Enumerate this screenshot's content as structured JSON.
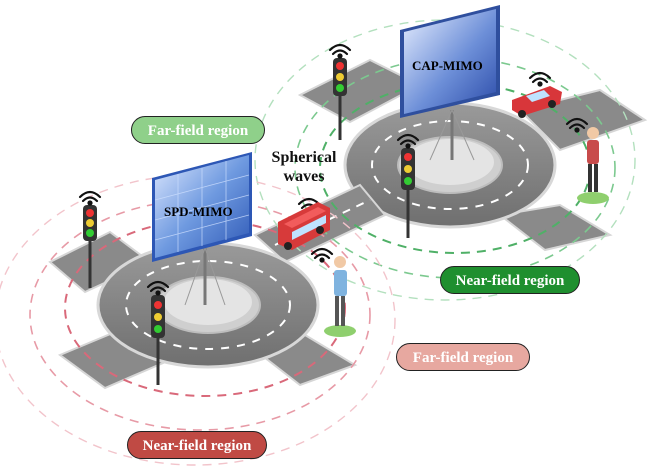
{
  "labels": {
    "far_field_green": "Far-field region",
    "near_field_green": "Near-field region",
    "far_field_pink": "Far-field region",
    "near_field_red": "Near-field region",
    "spherical_waves_line1": "Spherical",
    "spherical_waves_line2": "waves",
    "cap_mimo": "CAP-MIMO",
    "spd_mimo": "SPD-MIMO"
  },
  "colors": {
    "far_field_green_bg": "#8fd08a",
    "far_field_green_text": "#ffffff",
    "near_field_green_bg": "#1f8f2f",
    "near_field_green_text": "#ffffff",
    "far_field_pink_bg": "#e7a8a0",
    "far_field_pink_text": "#ffffff",
    "near_field_red_bg": "#c04a44",
    "near_field_red_text": "#ffffff",
    "road": "#8c8c8c",
    "road_edge": "#cfcfcf",
    "green_ring": "#3fae5b",
    "pink_ring": "#e08a95",
    "cap_panel": "#3f66c2",
    "spd_panel": "#4b7fd0"
  },
  "icons": [
    "traffic-light-icon",
    "wifi-signal-icon",
    "car-icon",
    "bus-icon",
    "pedestrian-icon",
    "billboard-icon"
  ]
}
